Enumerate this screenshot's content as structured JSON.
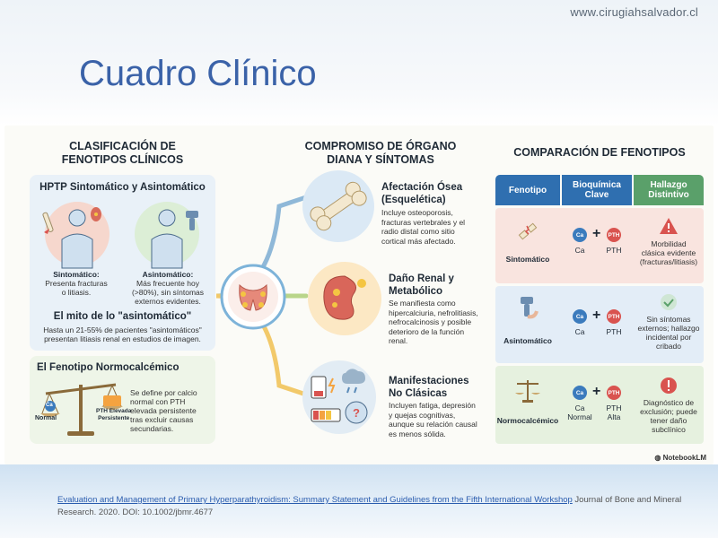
{
  "site_url": "www.cirugiahsalvador.cl",
  "slide_title": "Cuadro Clínico",
  "left": {
    "heading_l1": "CLASIFICACIÓN DE",
    "heading_l2": "FENOTIPOS CLÍNICOS",
    "card_a_title": "HPTP Sintomático y Asintomático",
    "sint_label": "Sintomático:",
    "sint_desc_1": "Presenta fracturas",
    "sint_desc_2": "o litiasis.",
    "asint_label": "Asintomático:",
    "asint_desc_1": "Más frecuente hoy",
    "asint_desc_2": "(>80%), sin síntomas",
    "asint_desc_3": "externos evidentes.",
    "mito_title": "El mito de lo \"asintomático\"",
    "mito_1": "Hasta un 21-55% de pacientes \"asintomáticos\"",
    "mito_2": "presentan litiasis renal en estudios de imagen.",
    "card_b_title": "El Fenotipo Normocalcémico",
    "scale_left": "Ca",
    "scale_left_label": "Normal",
    "scale_right_1": "PTH Elevada",
    "scale_right_2": "Persistente",
    "normo_1": "Se define por calcio",
    "normo_2": "normal con PTH",
    "normo_3": "elevada persistente",
    "normo_4": "tras excluir causas",
    "normo_5": "secundarias."
  },
  "center": {
    "heading_l1": "COMPROMISO DE ÓRGANO",
    "heading_l2": "DIANA Y SÍNTOMAS",
    "bone_title_1": "Afectación Ósea",
    "bone_title_2": "(Esquelética)",
    "bone_1": "Incluye osteoporosis,",
    "bone_2": "fracturas vertebrales y el",
    "bone_3": "radio distal como sitio",
    "bone_4": "cortical más afectado.",
    "renal_title_1": "Daño Renal y",
    "renal_title_2": "Metabólico",
    "renal_1": "Se manifiesta como",
    "renal_2": "hipercalciuria, nefrolitiasis,",
    "renal_3": "nefrocalcinosis y posible",
    "renal_4": "deterioro de la función",
    "renal_5": "renal.",
    "nc_title_1": "Manifestaciones",
    "nc_title_2": "No Clásicas",
    "nc_1": "Incluyen fatiga, depresión",
    "nc_2": "y quejas cognitivas,",
    "nc_3": "aunque su relación causal",
    "nc_4": "es menos sólida."
  },
  "right": {
    "heading": "COMPARACIÓN DE FENOTIPOS",
    "col_1": "Fenotipo",
    "col_2_l1": "Bioquímica",
    "col_2_l2": "Clave",
    "col_3_l1": "Hallazgo",
    "col_3_l2": "Distintivo",
    "rows": [
      {
        "label": "Sintomático",
        "ca": "Ca",
        "pth": "PTH",
        "ca_lbl_1": "Ca",
        "ca_lbl_2": "",
        "pth_lbl_1": "PTH",
        "pth_lbl_2": "",
        "text_1": "Morbilidad",
        "text_2": "clásica evidente",
        "text_3": "(fracturas/litiasis)",
        "text_4": ""
      },
      {
        "label": "Asintomático",
        "ca": "Ca",
        "pth": "PTH",
        "ca_lbl_1": "Ca",
        "ca_lbl_2": "",
        "pth_lbl_1": "PTH",
        "pth_lbl_2": "",
        "text_1": "Sin síntomas",
        "text_2": "externos; hallazgo",
        "text_3": "incidental por",
        "text_4": "cribado"
      },
      {
        "label": "Normocalcémico",
        "ca": "Ca",
        "pth": "PTH",
        "ca_lbl_1": "Ca",
        "ca_lbl_2": "Normal",
        "pth_lbl_1": "PTH",
        "pth_lbl_2": "Alta",
        "text_1": "Diagnóstico de",
        "text_2": "exclusión; puede",
        "text_3": "tener daño",
        "text_4": "subclínico"
      }
    ],
    "plus": "+"
  },
  "badge": "NotebookLM",
  "citation": {
    "link": "Evaluation and Management of Primary Hyperparathyroidism: Summary Statement and Guidelines from the Fifth International Workshop",
    "rest": " Journal of Bone and Mineral Research. 2020. DOI: 10.1002/jbmr.4677"
  },
  "colors": {
    "title": "#3a62a8",
    "header_blue": "#2f6fb0",
    "header_red": "#d9534f",
    "header_green": "#5aa06a",
    "row_pink": "#f9e4df",
    "row_blue": "#e3edf7",
    "row_green": "#e6f1df"
  }
}
